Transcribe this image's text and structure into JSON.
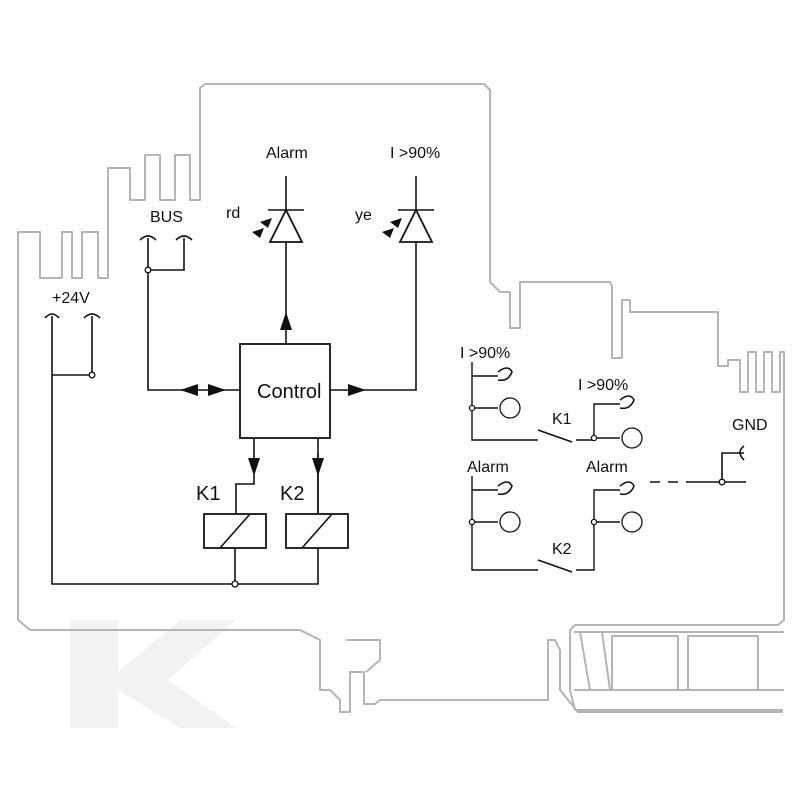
{
  "labels": {
    "bus": "BUS",
    "supply": "+24V",
    "alarm_led_title": "Alarm",
    "load_led_title": "I >90%",
    "alarm_led_color": "rd",
    "load_led_color": "ye",
    "control": "Control",
    "relay_k1": "K1",
    "relay_k2": "K2",
    "contact_k1_left": "I >90%",
    "contact_k1_right": "I >90%",
    "contact_k1": "K1",
    "contact_k2_left": "Alarm",
    "contact_k2_right": "Alarm",
    "contact_k2": "K2",
    "gnd": "GND"
  },
  "colors": {
    "housing": "#b4b4b4",
    "lines": "#111111",
    "watermark": "#f2f2f2"
  }
}
